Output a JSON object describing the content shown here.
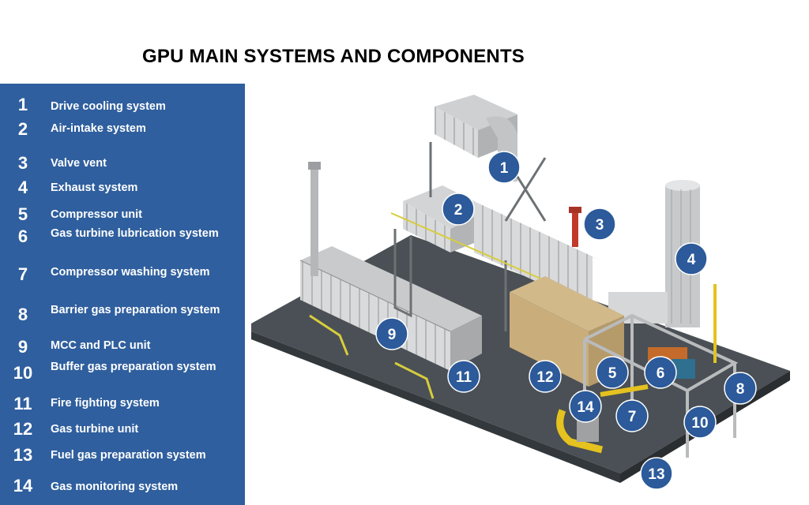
{
  "title": "GPU MAIN SYSTEMS AND COMPONENTS",
  "colors": {
    "legend_bg": "#2f5f9e",
    "marker_fill": "#2c5a9a",
    "text_light": "#ffffff"
  },
  "legend": [
    {
      "num": "1",
      "label": "Drive cooling system"
    },
    {
      "num": "2",
      "label": "Air-intake system"
    },
    {
      "num": "3",
      "label": "Valve vent"
    },
    {
      "num": "4",
      "label": "Exhaust system"
    },
    {
      "num": "5",
      "label": "Compressor unit"
    },
    {
      "num": "6",
      "label": "Gas turbine lubrication system"
    },
    {
      "num": "7",
      "label": "Compressor washing system"
    },
    {
      "num": "8",
      "label": "Barrier gas preparation system"
    },
    {
      "num": "9",
      "label": "MCC and PLC unit"
    },
    {
      "num": "10",
      "label": "Buffer gas preparation system"
    },
    {
      "num": "11",
      "label": "Fire fighting system"
    },
    {
      "num": "12",
      "label": "Gas turbine unit"
    },
    {
      "num": "13",
      "label": "Fuel gas preparation system"
    },
    {
      "num": "14",
      "label": "Gas monitoring system"
    }
  ],
  "markers": [
    "1",
    "2",
    "3",
    "4",
    "5",
    "6",
    "7",
    "8",
    "9",
    "10",
    "11",
    "12",
    "13",
    "14"
  ]
}
